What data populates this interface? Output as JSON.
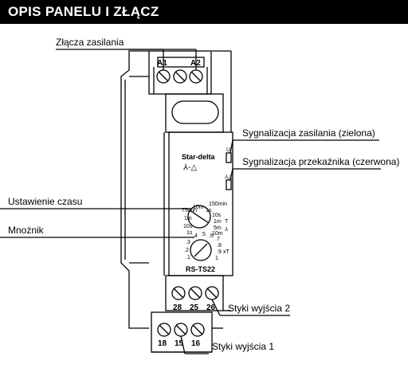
{
  "header": {
    "title": "OPIS PANELU I ZŁĄCZ"
  },
  "callouts": {
    "power_terminals": "Złącza zasilania",
    "power_led": "Sygnalizacja zasilania (zielona)",
    "relay_led": "Sygnalizacja przekaźnika (czerwona)",
    "time_setting": "Ustawienie czasu",
    "multiplier": "Mnożnik",
    "output_contacts_2": "Styki wyjścia 2",
    "output_contacts_1": "Styki wyjścia 1"
  },
  "device": {
    "model": "RS-TS22",
    "function_label": "Star-delta",
    "function_symbol": "⅄-△",
    "terminals_top": [
      "A1",
      "A2"
    ],
    "terminals_mid": [
      "28",
      "25",
      "26"
    ],
    "terminals_bottom": [
      "18",
      "15",
      "16"
    ],
    "led_labels": [
      "U",
      "⅄△"
    ],
    "range_dial_labels": [
      "75min",
      "10m",
      "1s",
      "150min",
      "10s",
      "1m",
      "1m",
      "5m",
      "10s",
      "10m",
      "1s"
    ],
    "range_side_labels": [
      "T",
      "⅄"
    ],
    "multiplier_labels": [
      ".4",
      ".5",
      ".6",
      ".7",
      ".3",
      ".8",
      ".2",
      ".9",
      ".1",
      "1"
    ],
    "multiplier_side_label": "xT"
  }
}
